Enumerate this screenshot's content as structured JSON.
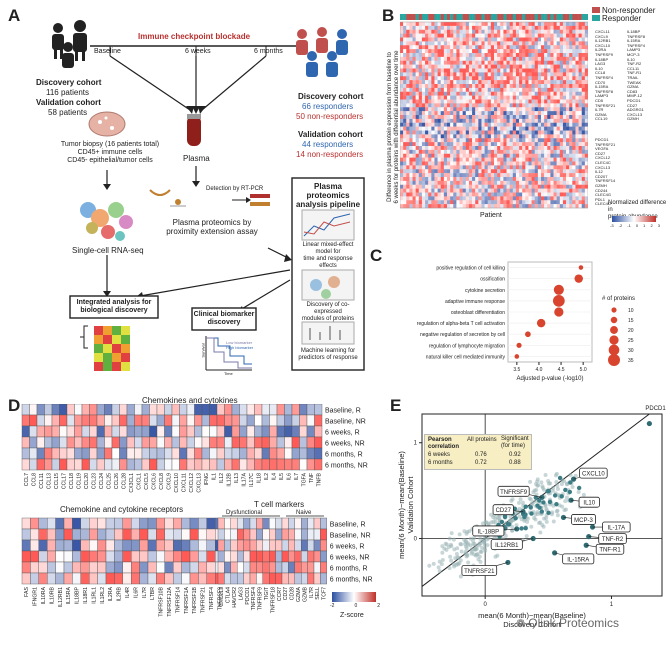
{
  "panels": {
    "a": "A",
    "b": "B",
    "c": "C",
    "d": "D",
    "e": "E"
  },
  "panel_a": {
    "timeline_title": "Immune checkpoint blockade",
    "timepoints": [
      "Baseline",
      "6 weeks",
      "6 months"
    ],
    "discovery_left": "Discovery cohort",
    "discovery_left_n": "116 patients",
    "validation_left": "Validation cohort",
    "validation_left_n": "58 patients",
    "discovery_right": "Discovery cohort",
    "discovery_responders": "66 responders",
    "discovery_nonresponders": "50 non-responders",
    "validation_right": "Validation cohort",
    "validation_responders": "44 responders",
    "validation_nonresponders": "14 non-responders",
    "biopsy": [
      "Tumor biopsy (16 patients total)",
      "CD45+ immune cells",
      "CD45- epithelial/tumor cells"
    ],
    "plasma": "Plasma",
    "scrna": "Single-cell RNA-seq",
    "rtpcr": "Detection by RT-PCR",
    "proteomics": [
      "Plasma proteomics by",
      "proximity extension assay"
    ],
    "pipeline_title": [
      "Plasma proteomics",
      "analysis pipeline"
    ],
    "pipeline_steps": [
      [
        "Linear mixed-effect model for",
        "time and response effects"
      ],
      [
        "Discovery of co-expressed",
        "modules of proteins"
      ],
      [
        "Machine learning for",
        "predictors of response"
      ]
    ],
    "integrated": [
      "Integrated analysis for",
      "biological discovery"
    ],
    "clinical": [
      "Clinical biomarker",
      "discovery"
    ],
    "km_y": "Survival",
    "km_x": "Time",
    "km_legend": [
      "Low biomarker",
      "High biomarker"
    ]
  },
  "panel_b": {
    "legend": [
      "Non-responder",
      "Responder"
    ],
    "colors": {
      "nonresponder": "#c0504d",
      "responder": "#2aa6a0"
    },
    "ylabel": [
      "Difference in plasma protein expression from baseline to",
      "6 weeks for proteins with differential abundance over time"
    ],
    "xlabel": "Patient",
    "colorbar_title": [
      "Normalized difference in",
      "protein abundance"
    ],
    "colorbar_ticks": [
      "-3",
      "-2",
      "-1",
      "0",
      "1",
      "2",
      "3"
    ],
    "gene_col1": [
      "CXCL11",
      "CXCL9",
      "IL12RB1",
      "CXCL10",
      "IL2RA",
      "TNFRSF9",
      "IL18BP",
      "LAG3",
      "IL10",
      "CCL8",
      "TNFRSF4",
      "CD70",
      "IL15RA",
      "TNFRSF8",
      "LAMP3",
      "CD5",
      "TNFRSF21",
      "IL7R",
      "GZMA",
      "CCL19"
    ],
    "gene_col2": [
      "IL18BP",
      "TNFRSF8",
      "IL15RA",
      "TNFRSF4",
      "LAMP3",
      "MCP-3",
      "IL10",
      "TNF-R2",
      "CCL11",
      "TNF-R1",
      "TRAIL",
      "TWEAK",
      "GZMA",
      "CD83",
      "MMP-12",
      "PDCD1",
      "CD27",
      "ADGRG1",
      "CXCL13",
      "GZMH"
    ],
    "gene_col3": [
      "PDCD1",
      "TNFRSF21",
      "VEGFA",
      "CD27",
      "CXCL12",
      "CLEC4C",
      "CXCL13",
      "IL12",
      "CD207",
      "TNFRSF14",
      "GZMH",
      "CD244",
      "CLEC4G",
      "PDL1",
      "CLEC4D"
    ]
  },
  "panel_c": {
    "type": "scatter",
    "xlabel": "Adjusted p-value (-log10)",
    "xlim": [
      3.3,
      5.2
    ],
    "x_ticks": [
      "3.5",
      "4.0",
      "4.5",
      "5.0"
    ],
    "terms": [
      "positive regulation of cell killing",
      "ossification",
      "cytokine secretion",
      "adaptive immune response",
      "osteoblast differentiation",
      "regulation of alpha-beta T cell activation",
      "negative regulation of secretion by cell",
      "regulation of lymphocyte migration",
      "natural killer cell mediated immunity"
    ],
    "x": [
      4.95,
      4.9,
      4.45,
      4.45,
      4.45,
      4.05,
      3.75,
      3.55,
      3.5
    ],
    "size": [
      8,
      22,
      28,
      34,
      25,
      22,
      12,
      10,
      8
    ],
    "legend_title": "# of proteins",
    "legend_sizes": [
      "10",
      "15",
      "20",
      "25",
      "30",
      "35"
    ],
    "color": "#d9442f"
  },
  "panel_d": {
    "title_top": "Chemokines and cytokines",
    "title_bottom_left": "Chemokine and cytokine receptors",
    "title_bottom_right": "T cell markers",
    "dysfunctional": "Dysfunctional",
    "naive": "Naive",
    "row_labels": [
      "Baseline, R",
      "Baseline, NR",
      "6 weeks, R",
      "6 weeks, NR",
      "6 months, R",
      "6 months, NR"
    ],
    "cols_top": [
      "CCL7",
      "CCL8",
      "CCL11",
      "CCL13",
      "CCL15",
      "CCL17",
      "CCL18",
      "CCL19",
      "CCL20",
      "CCL23",
      "CCL24",
      "CCL25",
      "CCL26",
      "CCL28",
      "CX3CL1",
      "CXCL1",
      "CXCL5",
      "CXCL6",
      "CXCL8",
      "CXCL9",
      "CXCL10",
      "CXCL11",
      "CXCL12",
      "CXCL13",
      "IFNG",
      "IL1",
      "IL12",
      "IL12B",
      "IL13",
      "IL17A",
      "IL17C",
      "IL18",
      "IL2",
      "IL4",
      "IL5",
      "IL6",
      "IL7",
      "TGFA",
      "TNF",
      "TNFB"
    ],
    "cols_bl": [
      "FAS",
      "IFNGR1",
      "IL10RA",
      "IL10RB",
      "IL12RB1",
      "IL15RA",
      "IL18BP",
      "IL18R1",
      "IL1RL1",
      "IL1RL2",
      "IL2RA",
      "IL2RB",
      "IL4R",
      "IL6R",
      "IL7R",
      "LTBR",
      "TNFRSF10B",
      "TNFRSF12A",
      "TNFRSF14",
      "TNFRSF1A",
      "TNFRSF1B",
      "TNFRSF21",
      "TNFRSF4",
      "TNFRSF9"
    ],
    "cols_br": [
      "CXCL13",
      "CTLA4",
      "HAVCR2",
      "LAG3",
      "PDCD1",
      "TNFRSF4",
      "TNFRSF9",
      "TIGIT",
      "TNFRSF18",
      "CCR7",
      "CD27",
      "CD28",
      "GZMA",
      "GZMB",
      "IL7R",
      "SELL",
      "TCF7"
    ],
    "zscore": "Z-score",
    "zscore_ticks": [
      "-2",
      "0",
      "2"
    ]
  },
  "panel_e": {
    "type": "scatter",
    "xlabel": "mean(6 Month)−mean(Baseline)",
    "xlabel2": "Discovery Cohort",
    "ylabel": "mean(6 Month)−mean(Baseline)",
    "ylabel2": "Validation Cohort",
    "xlim": [
      -0.5,
      1.4
    ],
    "ylim": [
      -0.6,
      1.3
    ],
    "x_ticks": [
      "0",
      "1"
    ],
    "y_ticks": [
      "0",
      "1"
    ],
    "table": {
      "headers": [
        "Pearson correlation",
        "All proteins",
        "Significant (for time)"
      ],
      "rows": [
        [
          "6 weeks",
          "0.76",
          "0.92"
        ],
        [
          "6 months",
          "0.72",
          "0.88"
        ]
      ]
    },
    "labels": [
      "PDCD1",
      "CXCL10",
      "TNFRSF9",
      "CD27",
      "IL10",
      "MCP-3",
      "IL-17A",
      "IL-18BP",
      "TNF-R2",
      "IL12RB1",
      "TNF-R1",
      "IL-15RA",
      "TNFRSF21"
    ],
    "x": [
      1.3,
      0.7,
      0.45,
      0.3,
      0.68,
      0.62,
      0.85,
      0.25,
      0.82,
      0.38,
      0.8,
      0.55,
      0.18
    ],
    "y": [
      1.2,
      0.62,
      0.43,
      0.28,
      0.4,
      0.22,
      0.12,
      0.1,
      0.02,
      0.0,
      -0.07,
      -0.15,
      -0.25
    ]
  },
  "watermark": "Olink Proteomics"
}
